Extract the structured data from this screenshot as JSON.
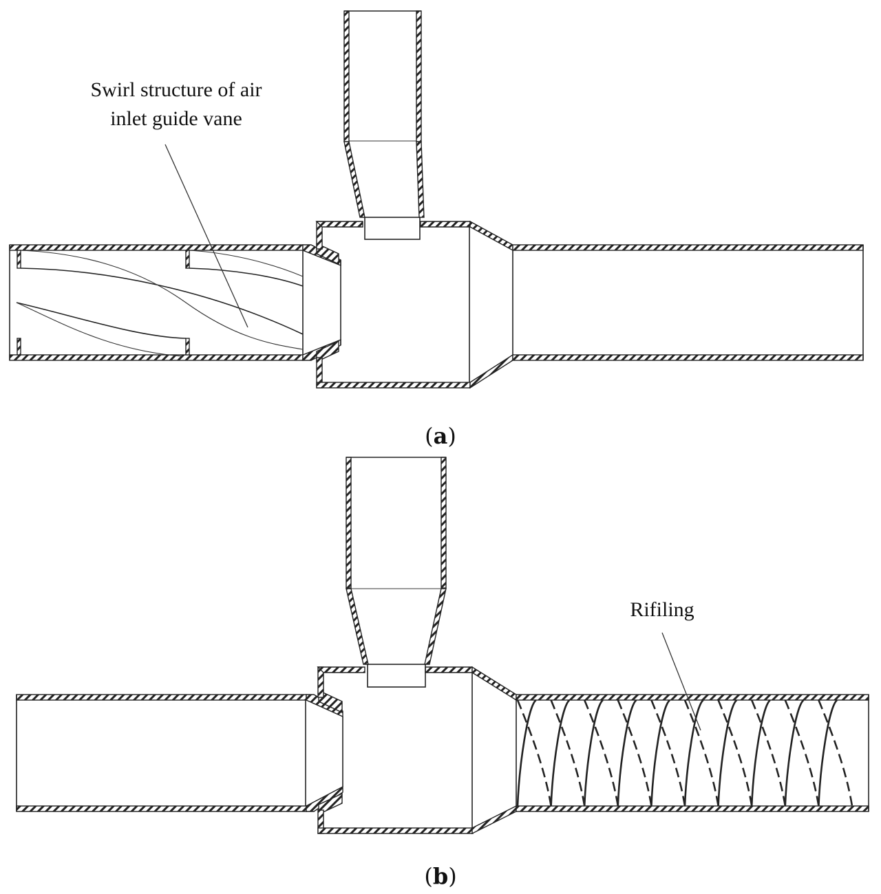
{
  "figure": {
    "panel_a": {
      "caption_open": "(",
      "caption_letter": "a",
      "caption_close": ")",
      "annotation_line1": "Swirl structure of air",
      "annotation_line2": "inlet guide vane",
      "components": [
        "left-inlet-pipe",
        "swirl-guide-vanes",
        "conical-nozzle",
        "mixing-chamber",
        "top-inlet-pipe",
        "throat-ring",
        "diffuser",
        "outlet-pipe"
      ]
    },
    "panel_b": {
      "caption_open": "(",
      "caption_letter": "b",
      "caption_close": ")",
      "annotation": "Rifiling",
      "rifling_turns": 10,
      "components": [
        "left-inlet-pipe",
        "conical-nozzle",
        "mixing-chamber",
        "top-inlet-pipe",
        "throat-ring",
        "diffuser",
        "rifled-outlet-pipe"
      ]
    },
    "colors": {
      "line": "#222222",
      "background": "#ffffff"
    }
  }
}
